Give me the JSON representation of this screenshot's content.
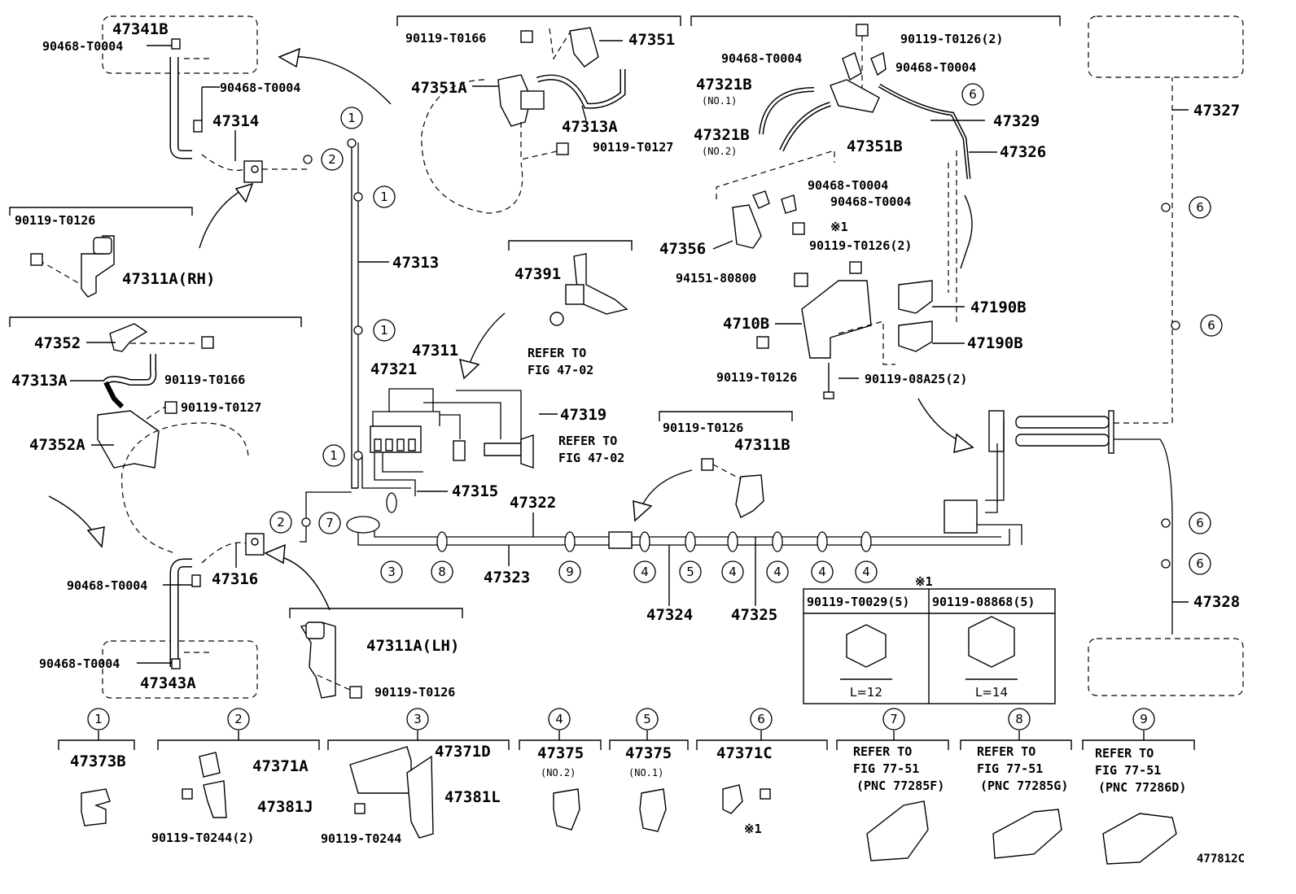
{
  "diagram_id": "477812C",
  "labels": {
    "p47341B": "47341B",
    "p90468_T0004_a": "90468-T0004",
    "p90468_T0004_b": "90468-T0004",
    "p47314": "47314",
    "p90119_T0126_left": "90119-T0126",
    "p47311A_RH": "47311A(RH)",
    "p47352": "47352",
    "p47313A_left": "47313A",
    "p90119_T0166_left": "90119-T0166",
    "p90119_T0127_left": "90119-T0127",
    "p47352A": "47352A",
    "p47313": "47313",
    "p90468_T0004_c": "90468-T0004",
    "p47316": "47316",
    "p90468_T0004_d": "90468-T0004",
    "p47343A": "47343A",
    "p47311A_LH": "47311A(LH)",
    "p90119_T0126_lh": "90119-T0126",
    "p90119_T0166_top": "90119-T0166",
    "p47351": "47351",
    "p47351A": "47351A",
    "p47313A_top": "47313A",
    "p90119_T0127_top": "90119-T0127",
    "p47391": "47391",
    "refer_to_1": "REFER TO",
    "fig_47_02_1": "FIG 47-02",
    "p47311": "47311",
    "p47321": "47321",
    "p47319": "47319",
    "refer_to_2": "REFER TO",
    "fig_47_02_2": "FIG 47-02",
    "p47315": "47315",
    "p47322": "47322",
    "p47323": "47323",
    "p90119_T0126_mid": "90119-T0126",
    "p47311B": "47311B",
    "p47324": "47324",
    "p47325": "47325",
    "p90119_T0126_2_top": "90119-T0126(2)",
    "p90468_T0004_e": "90468-T0004",
    "p90468_T0004_f": "90468-T0004",
    "p47321B_1": "47321B",
    "no1": "(NO.1)",
    "p47321B_2": "47321B",
    "no2": "(NO.2)",
    "p47351B": "47351B",
    "p47329": "47329",
    "p47326": "47326",
    "p90468_T0004_g": "90468-T0004",
    "p90468_T0004_h": "90468-T0004",
    "p47356": "47356",
    "mark1": "※1",
    "p90119_T0126_2_mid": "90119-T0126(2)",
    "p94151_80800": "94151-80800",
    "p4710B": "4710B",
    "p90119_T0126_low": "90119-T0126",
    "p90119_08A25": "90119-08A25(2)",
    "p47190B_1": "47190B",
    "p47190B_2": "47190B",
    "p47327": "47327",
    "p47328": "47328",
    "table_mark": "※1",
    "table_col1": "90119-T0029(5)",
    "table_col2": "90119-08868(5)",
    "table_l1": "L=12",
    "table_l2": "L=14"
  },
  "legend": [
    {
      "num": "1",
      "part": "47373B",
      "sub": ""
    },
    {
      "num": "2",
      "part": "47371A",
      "part2": "47381J",
      "bolt": "90119-T0244(2)"
    },
    {
      "num": "3",
      "part": "47371D",
      "part2": "47381L",
      "bolt": "90119-T0244"
    },
    {
      "num": "4",
      "part": "47375",
      "sub": "(NO.2)"
    },
    {
      "num": "5",
      "part": "47375",
      "sub": "(NO.1)"
    },
    {
      "num": "6",
      "part": "47371C",
      "mark": "※1"
    },
    {
      "num": "7",
      "ref1": "REFER TO",
      "ref2": "FIG 77-51",
      "ref3": "(PNC 77285F)"
    },
    {
      "num": "8",
      "ref1": "REFER TO",
      "ref2": "FIG 77-51",
      "ref3": "(PNC 77285G)"
    },
    {
      "num": "9",
      "ref1": "REFER TO",
      "ref2": "FIG 77-51",
      "ref3": "(PNC 77286D)"
    }
  ],
  "callouts": [
    "1",
    "1",
    "1",
    "1",
    "2",
    "2",
    "3",
    "8",
    "9",
    "4",
    "5",
    "4",
    "4",
    "4",
    "4",
    "7",
    "6",
    "6",
    "6",
    "6",
    "6"
  ]
}
